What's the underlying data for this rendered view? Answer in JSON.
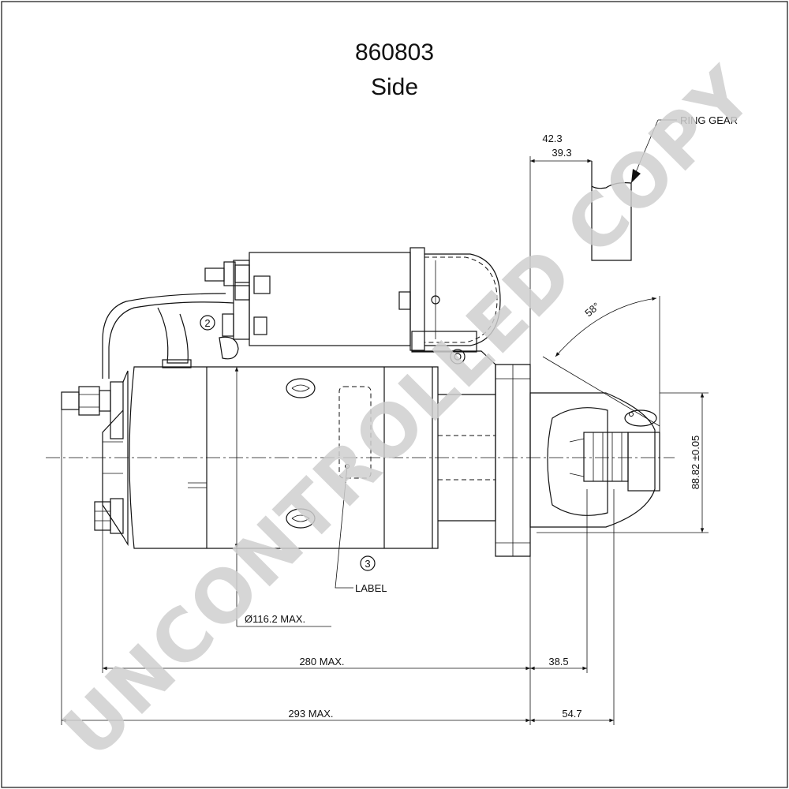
{
  "title": {
    "part_number": "860803",
    "view": "Side"
  },
  "watermark": "UNCONTROLLED COPY",
  "callouts": {
    "ring_gear": "RING GEAR",
    "label": "LABEL",
    "balloon_2": "2",
    "balloon_3": "3"
  },
  "dimensions": {
    "flange_to_ring_gear_max": "42.3",
    "flange_to_ring_gear_min": "39.3",
    "angle": "58°",
    "pinion_height": "88.82 ±0.05",
    "diameter": "Ø116.2 MAX.",
    "length_280": "280 MAX.",
    "pinion_offset_385": "38.5",
    "length_293": "293 MAX.",
    "pinion_length_547": "54.7"
  }
}
